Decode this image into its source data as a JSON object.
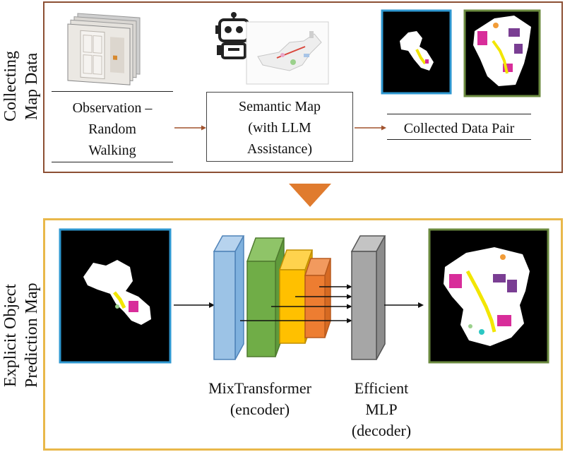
{
  "collecting": {
    "label_line1": "Collecting",
    "label_line2": "Map Data",
    "observation": {
      "line1": "Observation –",
      "line2": "Random",
      "line3": "Walking"
    },
    "semantic": {
      "line1": "Semantic Map",
      "line2": "(with LLM",
      "line3": "Assistance)"
    },
    "collected": "Collected Data Pair"
  },
  "prediction": {
    "label_line1": "Explicit Object",
    "label_line2": "Prediction Map",
    "encoder": {
      "line1": "MixTransformer",
      "line2": "(encoder)"
    },
    "decoder": {
      "line1": "Efficient",
      "line2": "MLP",
      "line3": "(decoder)"
    }
  },
  "colors": {
    "top_border": "#8c4f33",
    "bottom_border": "#e9b84a",
    "flow_arrow": "#e07b2e",
    "input_map_border": "#2e97d0",
    "output_map_border": "#6b8a3f",
    "encoder_stage_1": "#9cc3e6",
    "encoder_stage_2": "#70ad47",
    "encoder_stage_3": "#ffc000",
    "encoder_stage_4": "#ed7d31",
    "decoder_block": "#a6a6a6"
  },
  "icons": [
    "robot-icon",
    "photo-stack-icon"
  ]
}
